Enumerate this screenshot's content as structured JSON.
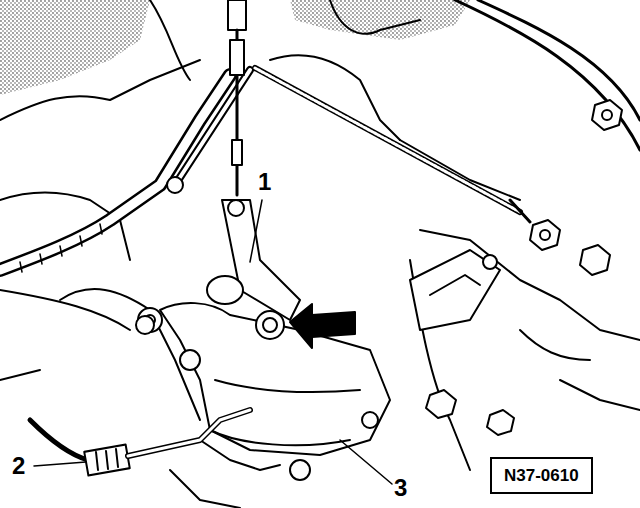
{
  "diagram": {
    "nodes": [
      {
        "text": [
          "N37-0610"
        ]
      }
    ],
    "labels": [
      "1",
      "2",
      "3"
    ]
  }
}
